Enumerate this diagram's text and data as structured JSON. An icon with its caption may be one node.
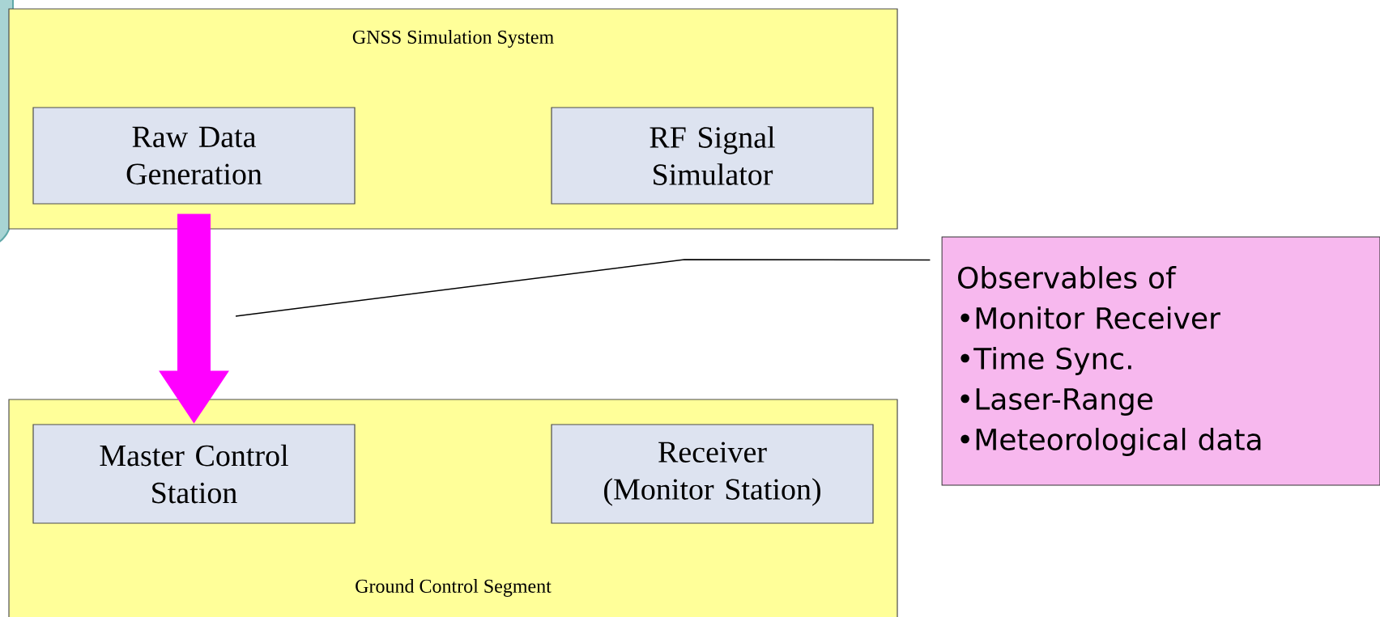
{
  "diagram": {
    "nodes": [
      {
        "text": [
          "GNSS Simulation System"
        ]
      },
      {
        "text": [
          "Raw Data Generation"
        ],
        "in": 0
      },
      {
        "text": [
          "RF Signal Simulator"
        ],
        "in": 0
      },
      {
        "text": [
          "Ground Control Segment"
        ]
      },
      {
        "text": [
          "Master Control Station"
        ],
        "in": 3
      },
      {
        "text": [
          "Receiver (Monitor Station)"
        ],
        "in": 3
      },
      {
        "text": [
          "Observables of",
          "•Monitor Receiver",
          "•Time Sync.",
          "•Laser-Range",
          "•Meteorological data"
        ]
      }
    ],
    "edges": [
      {
        "from": 1,
        "to": 4,
        "arrow": "to",
        "style": "thick",
        "color": "#ff00ff"
      },
      {
        "from": 6,
        "to": null,
        "arrow": "none",
        "color": "#000000"
      }
    ]
  }
}
